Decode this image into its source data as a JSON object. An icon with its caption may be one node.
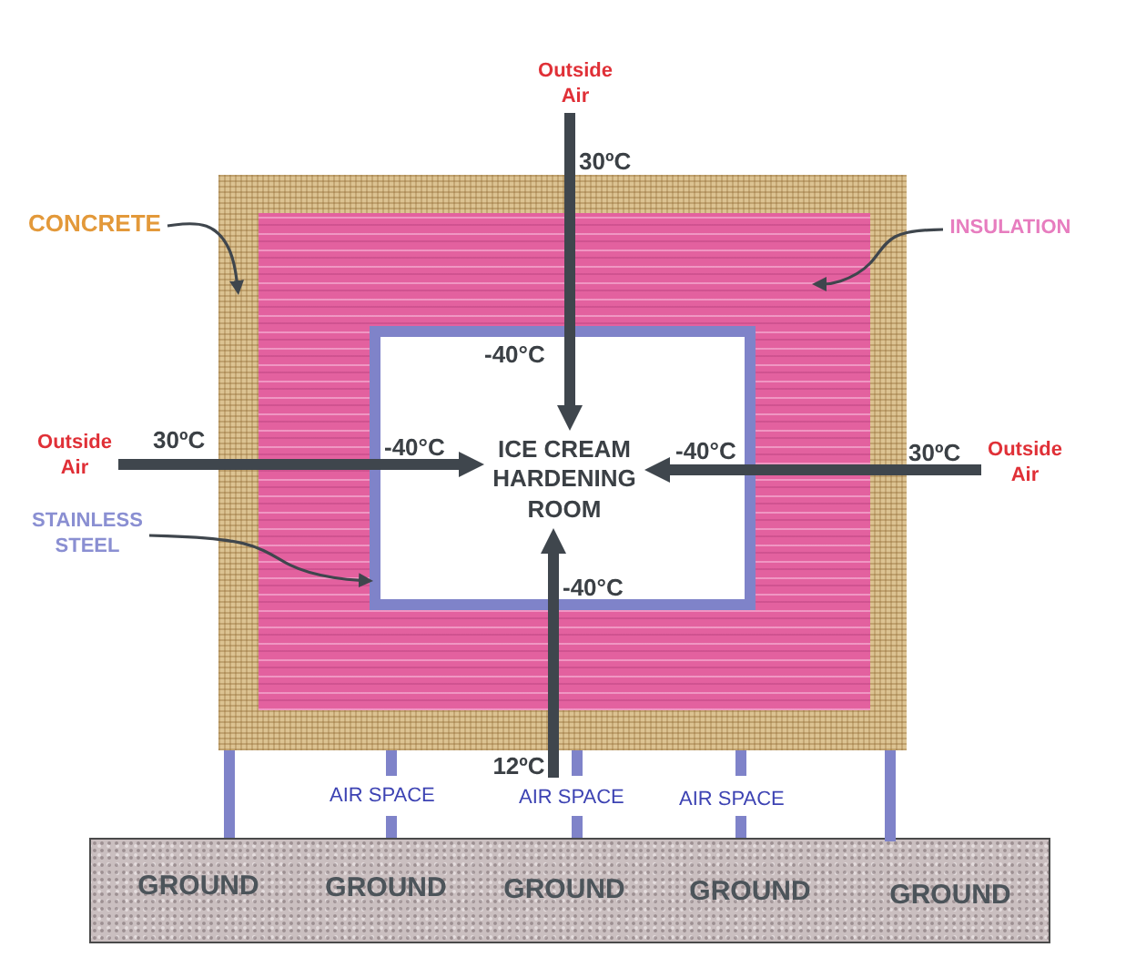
{
  "diagram": {
    "nodes": [
      {
        "text": [],
        "shape": "box"
      },
      {
        "text": [],
        "shape": "box",
        "in": 0
      },
      {
        "text": [],
        "shape": "box",
        "in": 1
      },
      {
        "text": [
          "ICE CREAM HARDENING ROOM"
        ],
        "in": 2
      },
      {
        "text": [
          "Outside Air"
        ]
      },
      {
        "text": [
          "Outside Air"
        ]
      },
      {
        "text": [
          "Outside Air"
        ]
      },
      {
        "text": [
          "CONCRETE"
        ]
      },
      {
        "text": [
          "INSULATION"
        ]
      },
      {
        "text": [
          "STAINLESS STEEL"
        ]
      },
      {
        "text": [
          "12ºC"
        ]
      },
      {
        "text": [
          "GROUND",
          "GROUND",
          "GROUND",
          "GROUND",
          "GROUND"
        ]
      }
    ],
    "edges": [
      {
        "from": 4,
        "to": 3,
        "arrow": "to"
      },
      {
        "from": 5,
        "to": 3,
        "arrow": "to"
      },
      {
        "from": 6,
        "to": 3,
        "arrow": "to"
      },
      {
        "from": 10,
        "to": 3,
        "arrow": "to"
      },
      {
        "from": 7,
        "to": 0,
        "arrow": "to"
      },
      {
        "from": 8,
        "to": 1,
        "arrow": "to"
      },
      {
        "from": 9,
        "to": 2,
        "arrow": "to"
      }
    ],
    "labels": [
      "30ºC",
      "-40°C",
      "30ºC",
      "-40°C",
      "-40°C",
      "30ºC",
      "-40°C",
      "AIR SPACE",
      "AIR SPACE",
      "AIR SPACE"
    ]
  }
}
